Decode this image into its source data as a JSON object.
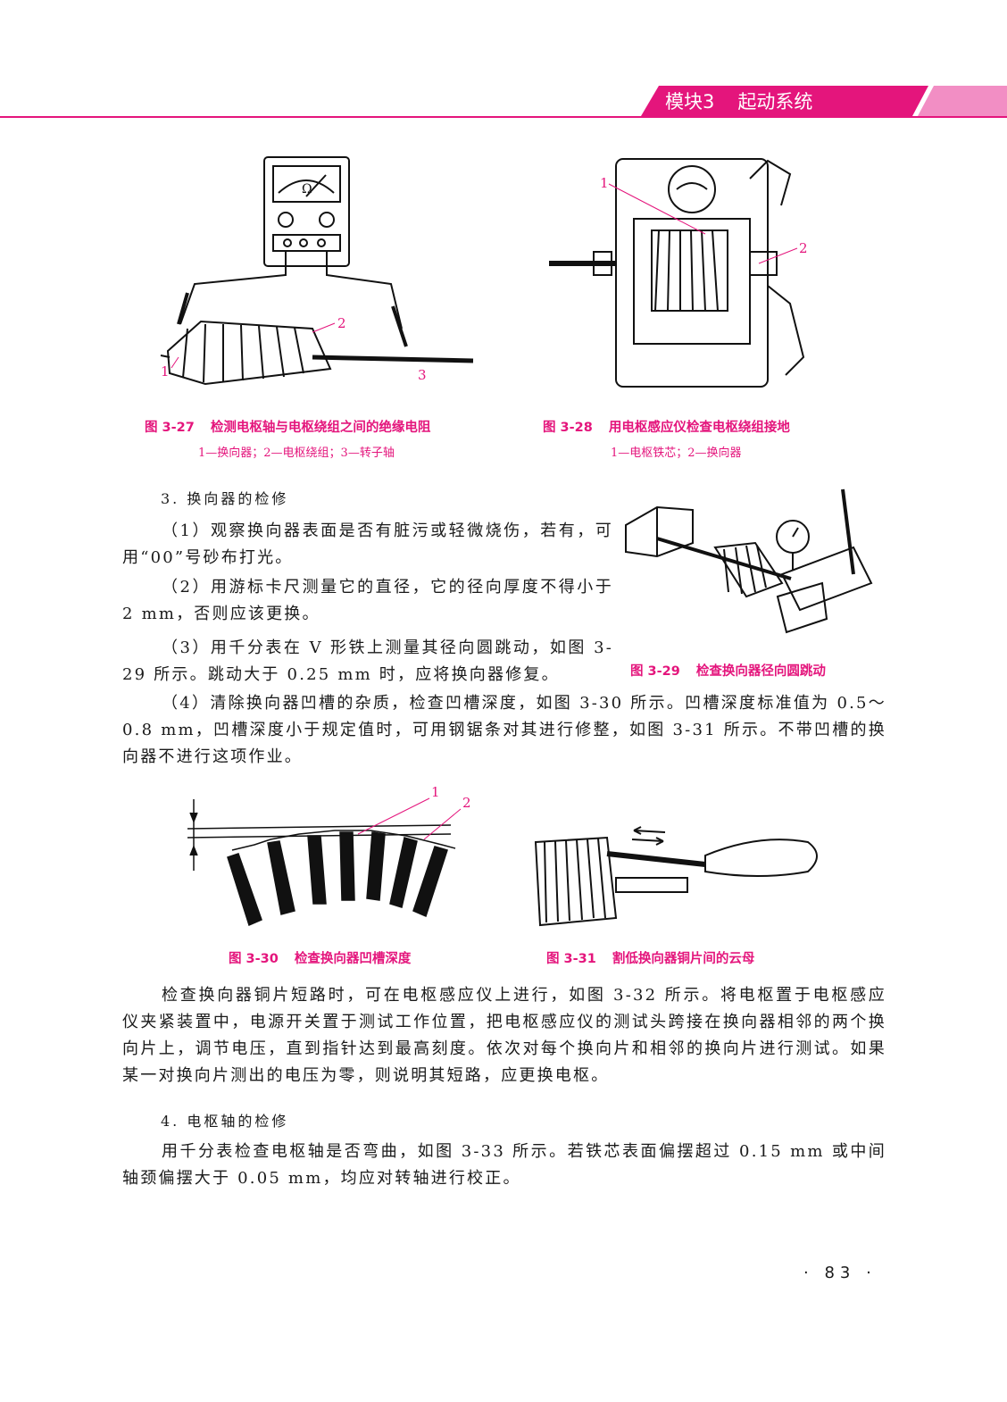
{
  "header": {
    "module": "模块3",
    "title": "起动系统"
  },
  "colors": {
    "accent": "#e4157c",
    "accent_light": "#f28ec4"
  },
  "figures": {
    "f27": {
      "number": "图 3-27",
      "title": "检测电枢轴与电枢绕组之间的绝缘电阻",
      "legend": "1—换向器；2—电枢绕组；3—转子轴",
      "labels": [
        "1",
        "2",
        "3"
      ],
      "meter_symbol": "Ω"
    },
    "f28": {
      "number": "图 3-28",
      "title": "用电枢感应仪检查电枢绕组接地",
      "legend": "1—电枢铁芯；2—换向器",
      "labels": [
        "1",
        "2"
      ]
    },
    "f29": {
      "number": "图 3-29",
      "title": "检查换向器径向圆跳动"
    },
    "f30": {
      "number": "图 3-30",
      "title": "检查换向器凹槽深度",
      "labels": [
        "1",
        "2"
      ]
    },
    "f31": {
      "number": "图 3-31",
      "title": "割低换向器铜片间的云母"
    }
  },
  "section3": {
    "heading": "3. 换向器的检修",
    "p1": "（1）观察换向器表面是否有脏污或轻微烧伤，若有，可用“00”号砂布打光。",
    "p2": "（2）用游标卡尺测量它的直径，它的径向厚度不得小于 2 mm，否则应该更换。",
    "p3": "（3）用千分表在 V 形铁上测量其径向圆跳动，如图 3-29 所示。跳动大于 0.25 mm 时，应将换向器修复。",
    "p4": "（4）清除换向器凹槽的杂质，检查凹槽深度，如图 3-30 所示。凹槽深度标准值为 0.5～0.8 mm，凹槽深度小于规定值时，可用钢锯条对其进行修整，如图 3-31 所示。不带凹槽的换向器不进行这项作业。",
    "p5": "检查换向器铜片短路时，可在电枢感应仪上进行，如图 3-32 所示。将电枢置于电枢感应仪夹紧装置中，电源开关置于测试工作位置，把电枢感应仪的测试头跨接在换向器相邻的两个换向片上，调节电压，直到指针达到最高刻度。依次对每个换向片和相邻的换向片进行测试。如果某一对换向片测出的电压为零，则说明其短路，应更换电枢。"
  },
  "section4": {
    "heading": "4. 电枢轴的检修",
    "p1": "用千分表检查电枢轴是否弯曲，如图 3-33 所示。若铁芯表面偏摆超过 0.15 mm 或中间轴颈偏摆大于 0.05 mm，均应对转轴进行校正。"
  },
  "page_number": "· 83 ·"
}
